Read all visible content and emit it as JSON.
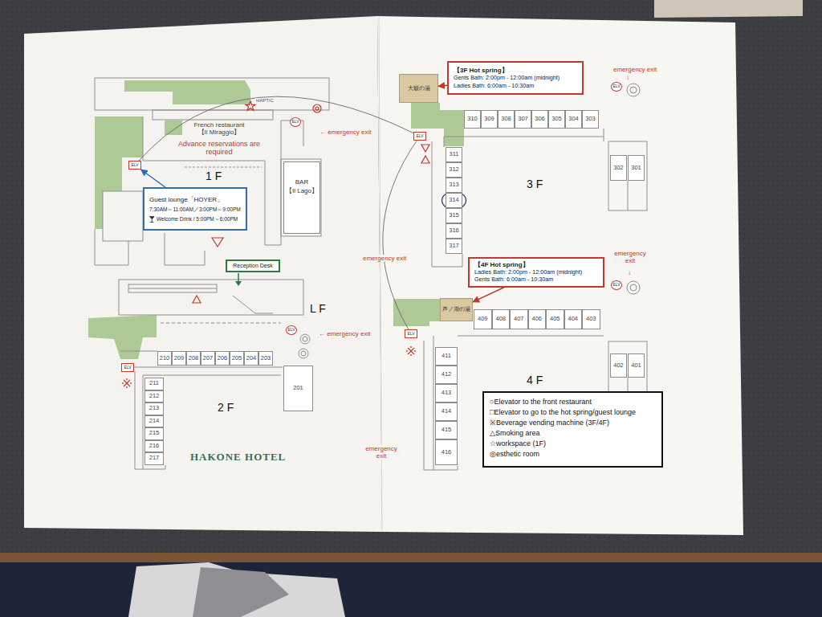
{
  "diagram": {
    "nodes": [
      {
        "text": [
          "ELV"
        ]
      },
      {
        "text": [
          "ELV"
        ]
      },
      {
        "text": [
          "Guest lounge「HOYER」",
          "7:30AM～11:00AM／3:00PM～9:00PM",
          "Welcome Drink / 5:00PM～6:00PM"
        ]
      },
      {
        "text": [
          "BAR",
          "【Il Lago】"
        ]
      },
      {
        "text": [
          "Reception Desk"
        ]
      },
      {
        "text": [
          "ELV"
        ]
      },
      {
        "text": [
          "ELV"
        ]
      },
      {
        "text": [
          "210"
        ]
      },
      {
        "text": [
          "209"
        ]
      },
      {
        "text": [
          "208"
        ]
      },
      {
        "text": [
          "207"
        ]
      },
      {
        "text": [
          "206"
        ]
      },
      {
        "text": [
          "205"
        ]
      },
      {
        "text": [
          "204"
        ]
      },
      {
        "text": [
          "203"
        ]
      },
      {
        "text": [
          "211"
        ]
      },
      {
        "text": [
          "212"
        ]
      },
      {
        "text": [
          "213"
        ]
      },
      {
        "text": [
          "214"
        ]
      },
      {
        "text": [
          "215"
        ]
      },
      {
        "text": [
          "216"
        ]
      },
      {
        "text": [
          "217"
        ]
      },
      {
        "text": [
          "201"
        ]
      },
      {
        "text": [
          "大観の湯"
        ]
      },
      {
        "text": [
          "【3F Hot spring】",
          "Gents Bath: 2:00pm - 12:00am (midnight)",
          "Ladies Bath: 6:00am - 10:30am"
        ]
      },
      {
        "text": [
          "ELV"
        ]
      },
      {
        "text": [
          "ELV"
        ]
      },
      {
        "text": [
          "310"
        ]
      },
      {
        "text": [
          "309"
        ]
      },
      {
        "text": [
          "308"
        ]
      },
      {
        "text": [
          "307"
        ]
      },
      {
        "text": [
          "306"
        ]
      },
      {
        "text": [
          "305"
        ]
      },
      {
        "text": [
          "304"
        ]
      },
      {
        "text": [
          "303"
        ]
      },
      {
        "text": [
          "311"
        ]
      },
      {
        "text": [
          "312"
        ]
      },
      {
        "text": [
          "313"
        ]
      },
      {
        "text": [
          "314"
        ]
      },
      {
        "text": [
          "315"
        ]
      },
      {
        "text": [
          "316"
        ]
      },
      {
        "text": [
          "317"
        ]
      },
      {
        "text": [
          "302"
        ]
      },
      {
        "text": [
          "301"
        ]
      },
      {
        "text": [
          "芦ノ湖の湯"
        ]
      },
      {
        "text": [
          "【4F Hot spring】",
          "Ladies Bath: 2:00pm - 12:00am (midnight)",
          "Gents Bath: 6:00am - 10:30am"
        ]
      },
      {
        "text": [
          "ELV"
        ]
      },
      {
        "text": [
          "ELV"
        ]
      },
      {
        "text": [
          "409"
        ]
      },
      {
        "text": [
          "408"
        ]
      },
      {
        "text": [
          "407"
        ]
      },
      {
        "text": [
          "406"
        ]
      },
      {
        "text": [
          "405"
        ]
      },
      {
        "text": [
          "404"
        ]
      },
      {
        "text": [
          "403"
        ]
      },
      {
        "text": [
          "411"
        ]
      },
      {
        "text": [
          "412"
        ]
      },
      {
        "text": [
          "413"
        ]
      },
      {
        "text": [
          "414"
        ]
      },
      {
        "text": [
          "415"
        ]
      },
      {
        "text": [
          "416"
        ]
      },
      {
        "text": [
          "402"
        ]
      },
      {
        "text": [
          "401"
        ]
      }
    ],
    "edges": [
      {
        "from": 2,
        "to": 1,
        "arrow": "to"
      },
      {
        "from": 24,
        "to": 23,
        "arrow": "to"
      },
      {
        "from": 45,
        "to": 44,
        "arrow": "to"
      },
      {
        "from": 1,
        "to": 26,
        "arrow": "none"
      },
      {
        "from": 26,
        "to": 47,
        "arrow": "none"
      }
    ],
    "labels": [
      "HAPTIC",
      "French restaurant 【Il Miraggio】",
      "Advance reservations are required",
      "← emergency exit",
      "1 F",
      "L F",
      "← emergency exit",
      "2 F",
      "HAKONE HOTEL",
      "emergency exit",
      "↓",
      "3 F",
      "emergency exit",
      "emergency exit",
      "↓",
      "4 F",
      "emergency exit"
    ],
    "legend": [
      {
        "text": "○Elevator to the front restaurant"
      },
      {
        "text": "□Elevator to go to the hot spring/guest lounge"
      },
      {
        "text": "※Beverage vending machine (3F/4F)"
      },
      {
        "text": "△Smoking area"
      },
      {
        "text": "☆workspace (1F)"
      },
      {
        "text": "◎esthetic room"
      }
    ]
  }
}
